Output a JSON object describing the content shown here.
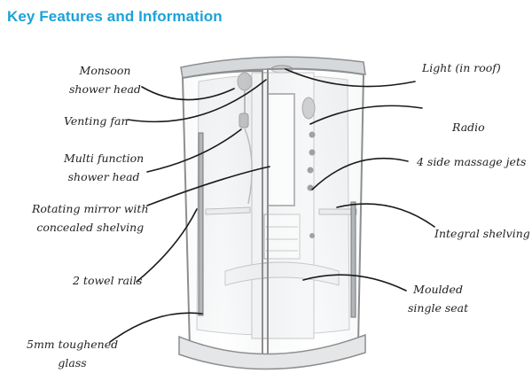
{
  "header": {
    "title": "Key Features and Information"
  },
  "labels": {
    "monsoon": [
      "Monsoon",
      "shower head"
    ],
    "venting": [
      "Venting fan"
    ],
    "multifunction": [
      "Multi function",
      "shower head"
    ],
    "mirror": [
      "Rotating mirror with",
      "concealed shelving"
    ],
    "towel": [
      "2 towel rails"
    ],
    "glass": [
      "5mm toughened",
      "glass"
    ],
    "light": [
      "Light (in roof)"
    ],
    "radio": [
      "Radio"
    ],
    "jets": [
      "4 side massage jets"
    ],
    "shelving": [
      "Integral shelving"
    ],
    "seat": [
      "Moulded",
      "single seat"
    ]
  },
  "colors": {
    "title": "#1aa3d9",
    "leader": "#1a1a1a",
    "frame": "#8e8e8e"
  }
}
